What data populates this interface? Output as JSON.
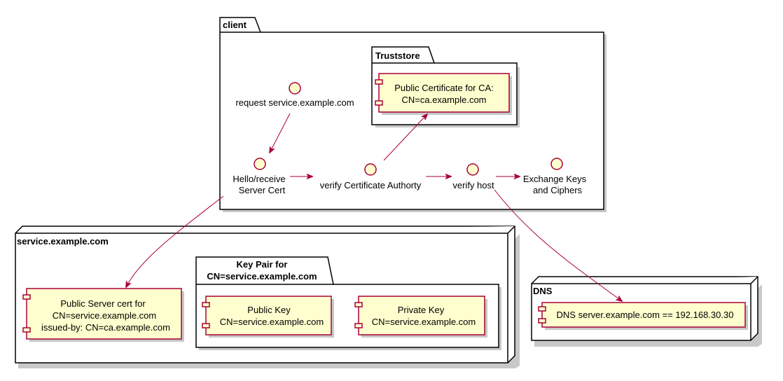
{
  "packages": {
    "client": {
      "title": "client"
    },
    "truststore": {
      "title": "Truststore"
    },
    "keypair": {
      "title_line1": "Key Pair for",
      "title_line2": "CN=service.example.com"
    }
  },
  "nodes": {
    "service": {
      "title": "service.example.com"
    },
    "dns": {
      "title": "DNS"
    }
  },
  "interfaces": {
    "request": {
      "label": "request service.example.com"
    },
    "hello": {
      "line1": "Hello/receive",
      "line2": "Server Cert"
    },
    "verify_ca": {
      "label": "verify Certificate Authorty"
    },
    "verify_host": {
      "label": "verify host"
    },
    "exchange": {
      "line1": "Exchange Keys",
      "line2": "and Ciphers"
    }
  },
  "components": {
    "ca_cert": {
      "line1": "Public Certificate for CA:",
      "line2": "CN=ca.example.com"
    },
    "server_cert": {
      "line1": "Public Server cert for",
      "line2": "CN=service.example.com",
      "line3": "issued-by: CN=ca.example.com"
    },
    "public_key": {
      "line1": "Public Key",
      "line2": "CN=service.example.com"
    },
    "private_key": {
      "line1": "Private Key",
      "line2": "CN=service.example.com"
    },
    "dns_server": {
      "label": "DNS server.example.com == 192.168.30.30"
    }
  },
  "colors": {
    "component_fill": "#FEFECE",
    "border_accent": "#A80036"
  }
}
